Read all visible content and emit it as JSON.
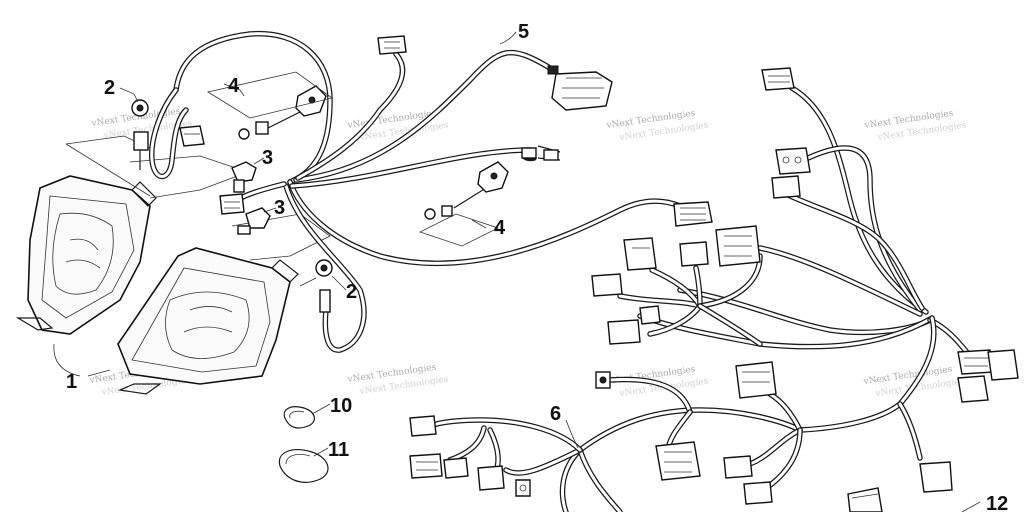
{
  "diagram": {
    "callouts": [
      {
        "id": "c1",
        "label": "1"
      },
      {
        "id": "c2a",
        "label": "2"
      },
      {
        "id": "c2b",
        "label": "2"
      },
      {
        "id": "c3a",
        "label": "3"
      },
      {
        "id": "c3b",
        "label": "3"
      },
      {
        "id": "c4a",
        "label": "4"
      },
      {
        "id": "c4b",
        "label": "4"
      },
      {
        "id": "c5",
        "label": "5"
      },
      {
        "id": "c6",
        "label": "6"
      },
      {
        "id": "c10",
        "label": "10"
      },
      {
        "id": "c11",
        "label": "11"
      },
      {
        "id": "c12",
        "label": "12"
      }
    ],
    "watermark": "vNext Technologies"
  }
}
